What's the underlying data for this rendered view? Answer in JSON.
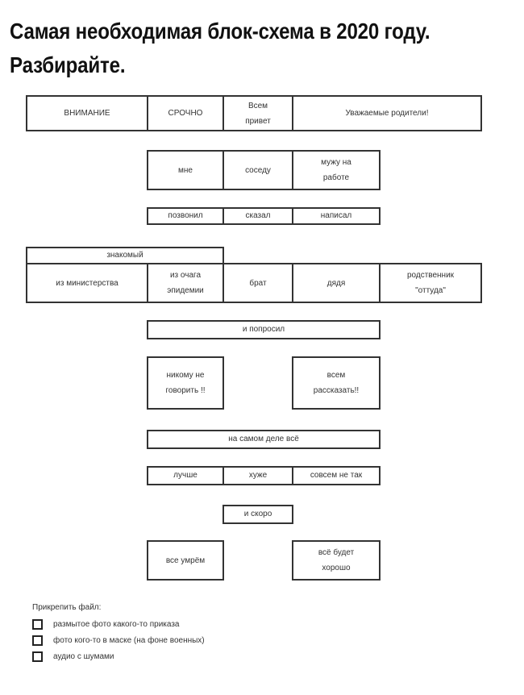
{
  "title": {
    "line1": "Самая необходимая блок-схема в 2020 году.",
    "line2": "Разбирайте."
  },
  "flowchart": {
    "row1": [
      "ВНИМАНИЕ",
      "СРОЧНО",
      "Всем привет",
      "Уважаемые родители!"
    ],
    "row2": [
      "мне",
      "соседу",
      "мужу на работе"
    ],
    "row3": [
      "позвонил",
      "сказал",
      "написал"
    ],
    "row4_header": "знакомый",
    "row4": [
      "из министерства",
      "из очага эпидемии",
      "брат",
      "дядя",
      "родственник \"оттуда\""
    ],
    "row5": "и попросил",
    "row6": [
      "никому не говорить !!",
      "всем рассказать!!"
    ],
    "row7": "на самом деле всё",
    "row8": [
      "лучше",
      "хуже",
      "совсем не так"
    ],
    "row9": "и скоро",
    "row10": [
      "все умрём",
      "всё будет хорошо"
    ]
  },
  "attachment": {
    "title": "Прикрепить файл:",
    "options": [
      "размытое фото какого-то приказа",
      "фото кого-то в маске (на фоне военных)",
      "аудио с шумами"
    ]
  }
}
